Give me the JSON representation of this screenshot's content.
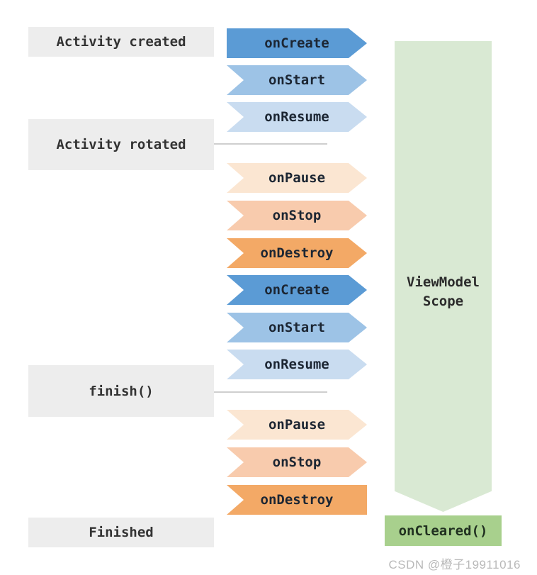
{
  "diagram": {
    "title_semantics": "Android Activity lifecycle vs ViewModel scope",
    "stages": [
      {
        "label": "Activity created"
      },
      {
        "label": "Activity rotated"
      },
      {
        "label": "finish()"
      },
      {
        "label": "Finished"
      }
    ],
    "arrows": [
      {
        "label": "onCreate",
        "color": "#5b9bd5"
      },
      {
        "label": "onStart",
        "color": "#9dc3e6"
      },
      {
        "label": "onResume",
        "color": "#c9dcf0"
      },
      {
        "label": "onPause",
        "color": "#fbe6d2"
      },
      {
        "label": "onStop",
        "color": "#f8cbad"
      },
      {
        "label": "onDestroy",
        "color": "#f3a966"
      },
      {
        "label": "onCreate",
        "color": "#5b9bd5"
      },
      {
        "label": "onStart",
        "color": "#9dc3e6"
      },
      {
        "label": "onResume",
        "color": "#c9dcf0"
      },
      {
        "label": "onPause",
        "color": "#fbe6d2"
      },
      {
        "label": "onStop",
        "color": "#f8cbad"
      },
      {
        "label": "onDestroy",
        "color": "#f3a966"
      }
    ],
    "viewmodel_scope": {
      "label": "ViewModel Scope",
      "fill": "#d9e9d3"
    },
    "oncleared": {
      "label": "onCleared()",
      "fill": "#a8d08d"
    },
    "colors": {
      "stage_box": "#ededed",
      "stage_text": "#333333",
      "arrow_text": "#1c2633",
      "connector_line": "#cfcfcf",
      "background": "#ffffff"
    }
  },
  "watermark": {
    "text": "CSDN @橙子19911016"
  }
}
